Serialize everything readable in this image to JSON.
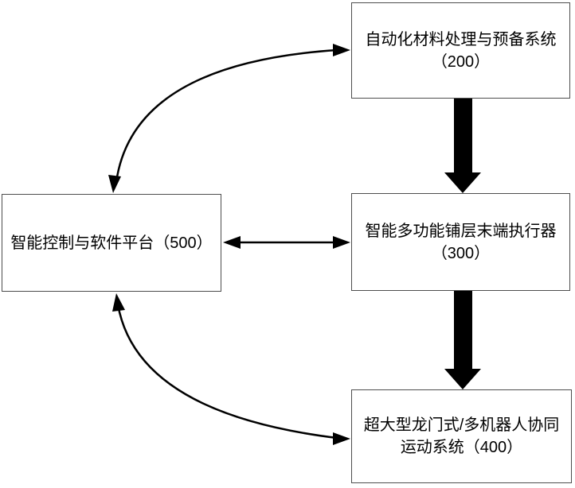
{
  "figure": {
    "background_color": "#ffffff",
    "arrow_color": "#000000",
    "box_border_color": "#4d4d4d",
    "nodes": [
      {
        "id": "200",
        "label": "自动化材料处理与预备系统（200）",
        "lines": [
          "自动化材料处理与预备系统",
          "（200）"
        ]
      },
      {
        "id": "300",
        "label": "智能多功能铺层末端执行器（300）",
        "lines": [
          "智能多功能铺层末端执行器",
          "（300）"
        ]
      },
      {
        "id": "400",
        "label": "超大型龙门式/多机器人协同运动系统（400）",
        "lines": [
          "超大型龙门式/多机器人协同",
          "运动系统（400）"
        ]
      },
      {
        "id": "500",
        "label": "智能控制与软件平台（500）",
        "lines": [
          "智能控制与软件平台（500）"
        ]
      }
    ],
    "edges": [
      {
        "from": "500",
        "to": "200",
        "style": "curved-thin",
        "direction": "bidirectional"
      },
      {
        "from": "200",
        "to": "300",
        "style": "thick-block",
        "direction": "down"
      },
      {
        "from": "500",
        "to": "300",
        "style": "straight-thin",
        "direction": "bidirectional"
      },
      {
        "from": "300",
        "to": "400",
        "style": "thick-block",
        "direction": "down"
      },
      {
        "from": "500",
        "to": "400",
        "style": "curved-thin",
        "direction": "bidirectional"
      }
    ]
  }
}
